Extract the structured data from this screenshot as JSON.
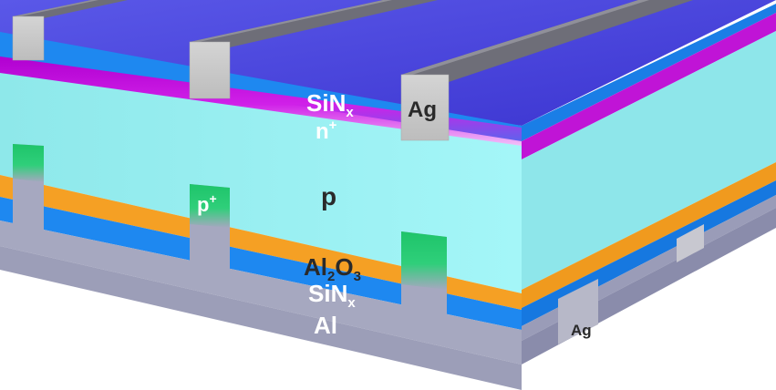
{
  "labels": {
    "top_sinx": "SiN",
    "top_sinx_sub": "x",
    "n_plus": "n",
    "n_plus_sup": "+",
    "ag_front": "Ag",
    "p": "p",
    "p_plus": "p",
    "p_plus_sup": "+",
    "al2o3_a": "Al",
    "al2o3_sub1": "2",
    "al2o3_b": "O",
    "al2o3_sub2": "3",
    "bottom_sinx": "SiN",
    "bottom_sinx_sub": "x",
    "al": "Al",
    "ag_rear": "Ag"
  },
  "colors": {
    "top_sinx": "#1e88f0",
    "top_surface": "#4a44dc",
    "n_plus": "#c010d8",
    "p_bulk": "#9ef2f4",
    "p_plus": "#22c06a",
    "al2o3": "#f5a024",
    "bottom_sinx": "#1e88f0",
    "al": "#a6a8c0",
    "ag": "#c8c8c8"
  }
}
